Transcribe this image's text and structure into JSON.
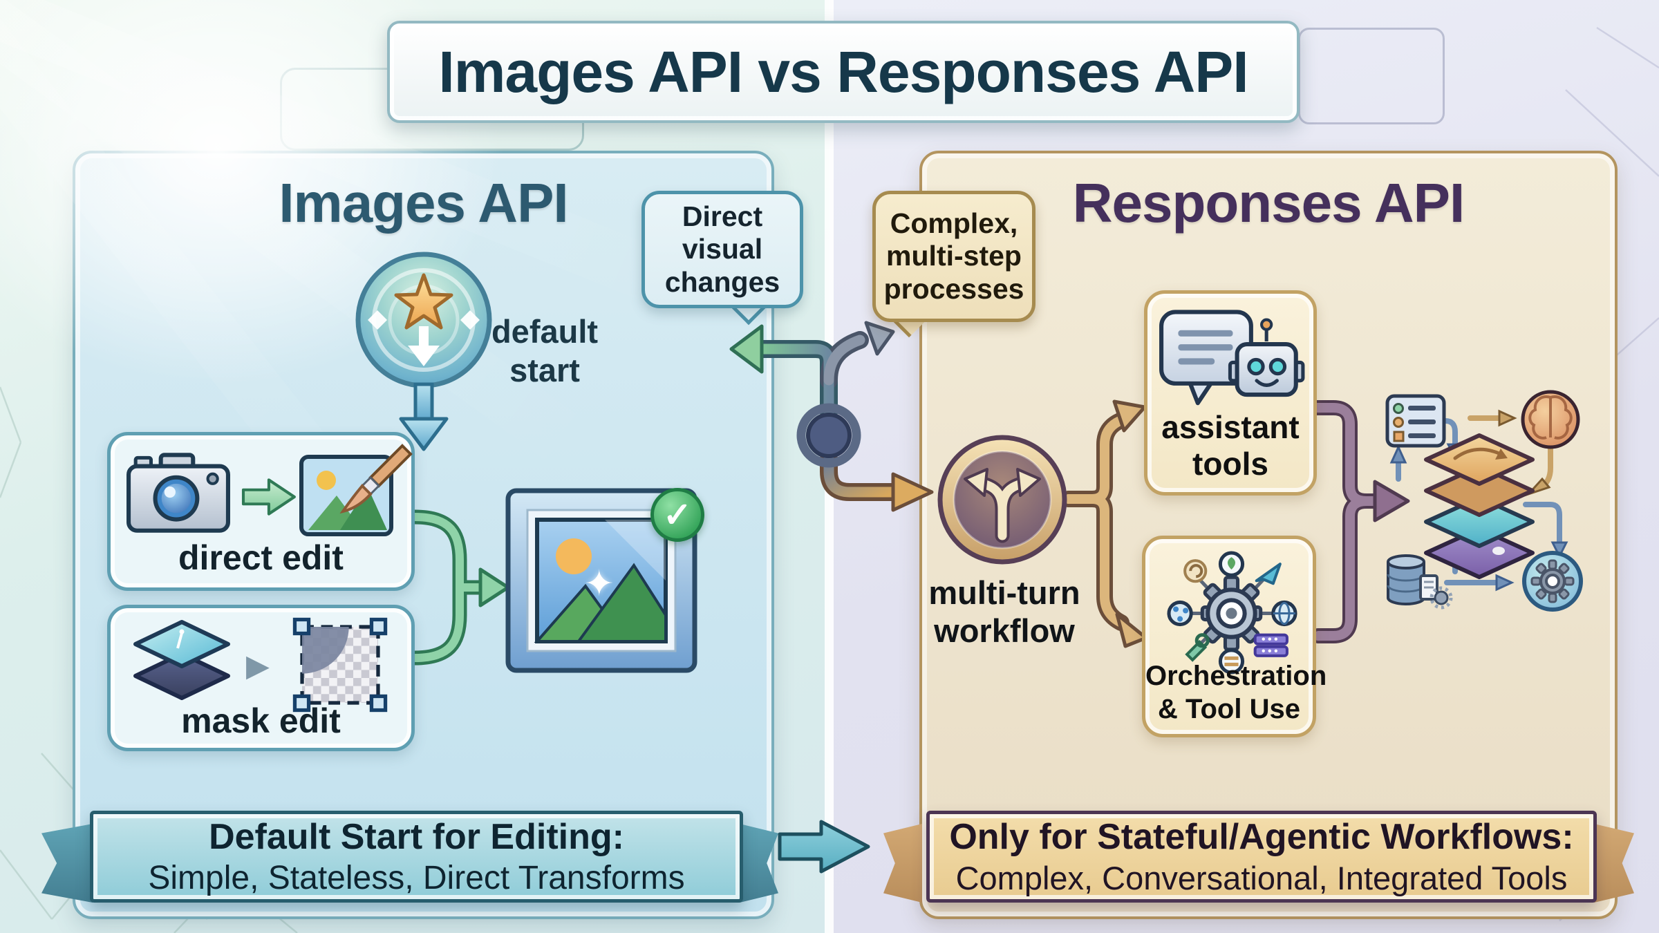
{
  "title": "Images API vs Responses API",
  "left": {
    "heading": "Images API",
    "default_start_label": "default start",
    "bubble_label": "Direct visual changes",
    "direct_edit_label": "direct edit",
    "mask_edit_label": "mask edit",
    "ribbon_title": "Default Start for Editing:",
    "ribbon_subtitle": "Simple, Stateless, Direct Transforms"
  },
  "right": {
    "heading": "Responses API",
    "bubble_label": "Complex, multi-step processes",
    "branch_label": "multi-turn workflow",
    "assistant_label": "assistant tools",
    "orchestration_label": "Orchestration & Tool Use",
    "ribbon_title": "Only for Stateful/Agentic Workflows:",
    "ribbon_subtitle": "Complex, Conversational, Integrated Tools"
  },
  "glyphs": {
    "check": "✓",
    "play": "▶",
    "sparkle": "✦"
  },
  "colors": {
    "left_accent": "#4d93aa",
    "left_panel_border": "#79aebc",
    "left_heading_text": "#2d5a70",
    "right_accent": "#a68b4f",
    "right_panel_border": "#b3945f",
    "right_heading_text": "#45305c",
    "title_text": "#16384a",
    "success_green": "#37a65c",
    "gold_arrow": "#dcb67c",
    "purple_arrow": "#9b7f9b",
    "teal_arrow": "#58aec2"
  }
}
